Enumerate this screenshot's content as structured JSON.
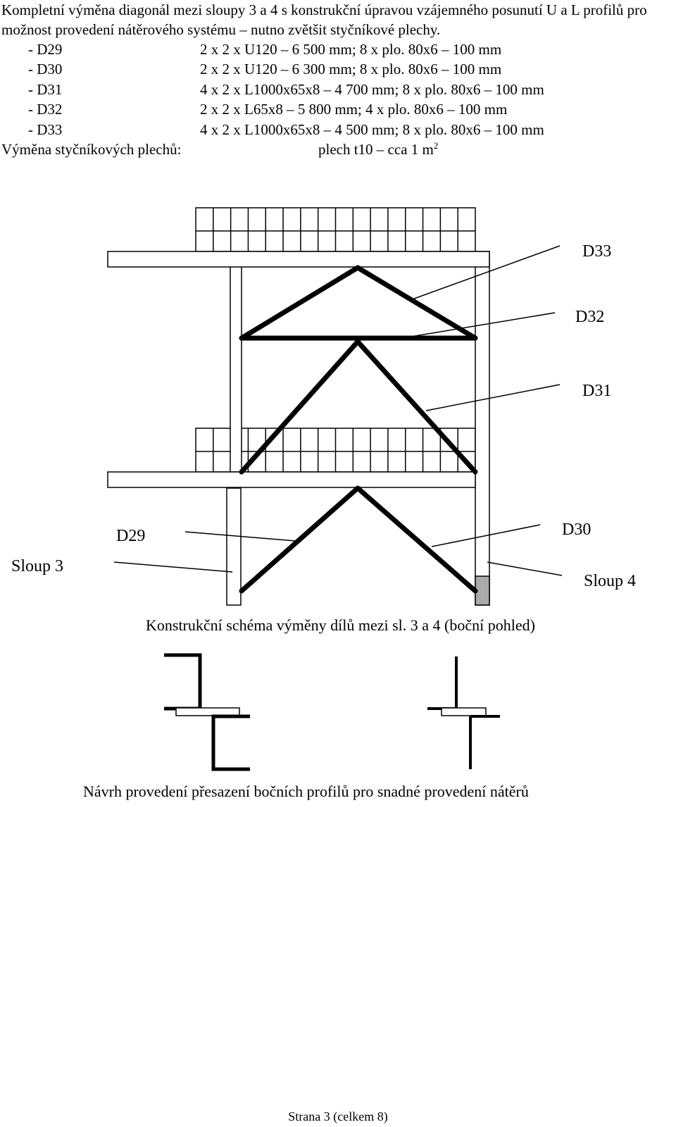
{
  "intro_text": "Kompletní výměna diagonál mezi sloupy 3 a 4 s konstrukční úpravou vzájemného posunutí U a L profilů pro možnost provedení nátěrového systému – nutno zvětšit styčníkové plechy.",
  "specs": [
    {
      "code": "- D29",
      "value": "2 x 2 x U120 – 6 500 mm; 8 x plo. 80x6 – 100 mm"
    },
    {
      "code": "- D30",
      "value": "2 x 2 x U120 – 6 300 mm; 8 x plo. 80x6 – 100 mm"
    },
    {
      "code": "- D31",
      "value": "4 x 2 x L1000x65x8 – 4 700 mm; 8 x plo. 80x6 – 100 mm"
    },
    {
      "code": "- D32",
      "value": "2 x 2 x L65x8 – 5 800 mm; 4 x plo. 80x6 – 100 mm"
    },
    {
      "code": "- D33",
      "value": "4 x 2 x L1000x65x8 – 4 500 mm; 8 x plo. 80x6 – 100 mm"
    }
  ],
  "plates": {
    "label": "Výměna styčníkových plechů:",
    "value": "plech t10 – cca 1 m",
    "superscript": "2"
  },
  "diagram": {
    "labels": {
      "d33": "D33",
      "d32": "D32",
      "d31": "D31",
      "d29": "D29",
      "d30": "D30",
      "sloup3": "Sloup 3",
      "sloup4": "Sloup 4"
    },
    "caption": "Konstrukční schéma výměny dílů mezi sl. 3 a 4 (boční pohled)"
  },
  "profile_caption": "Návrh provedení přesazení bočních profilů pro snadné provedení nátěrů",
  "footer": "Strana 3 (celkem 8)"
}
